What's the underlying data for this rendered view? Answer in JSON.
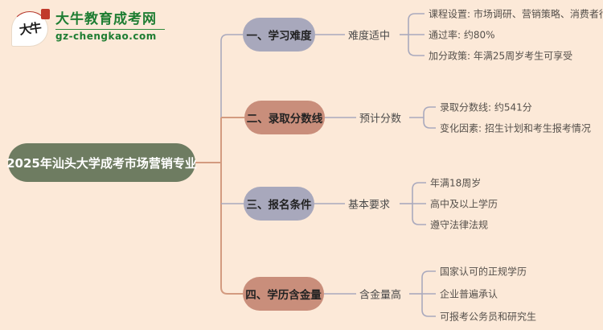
{
  "logo": {
    "icon_text": "大牛",
    "title": "大牛教育成考网",
    "domain": "gz-chengkao.com"
  },
  "root": {
    "label": "2025年汕头大学成考市场营销专业"
  },
  "branches": [
    {
      "label": "一、学习难度",
      "summary": "难度适中",
      "tone": "gray",
      "leaves": [
        "课程设置: 市场调研、营销策略、消费者行为",
        "通过率: 约80%",
        "加分政策: 年满25周岁考生可享受"
      ]
    },
    {
      "label": "二、录取分数线",
      "summary": "预计分数",
      "tone": "salmon",
      "leaves": [
        "录取分数线: 约541分",
        "变化因素: 招生计划和考生报考情况"
      ]
    },
    {
      "label": "三、报名条件",
      "summary": "基本要求",
      "tone": "gray",
      "leaves": [
        "年满18周岁",
        "高中及以上学历",
        "遵守法律法规"
      ]
    },
    {
      "label": "四、学历含金量",
      "summary": "含金量高",
      "tone": "salmon",
      "leaves": [
        "国家认可的正规学历",
        "企业普遍承认",
        "可报考公务员和研究生"
      ]
    }
  ],
  "colors": {
    "background": "#fce9d8",
    "root_fill": "#6e7c61",
    "root_text": "#ffffff",
    "pill_gray": "#a8a8bc",
    "pill_salmon": "#c98e7b",
    "line_gray": "#a9a9bd",
    "line_salmon": "#d39b80",
    "leaf_text": "#55504b",
    "logo_green": "#1e7d32",
    "logo_seal_red": "#c0392b"
  }
}
